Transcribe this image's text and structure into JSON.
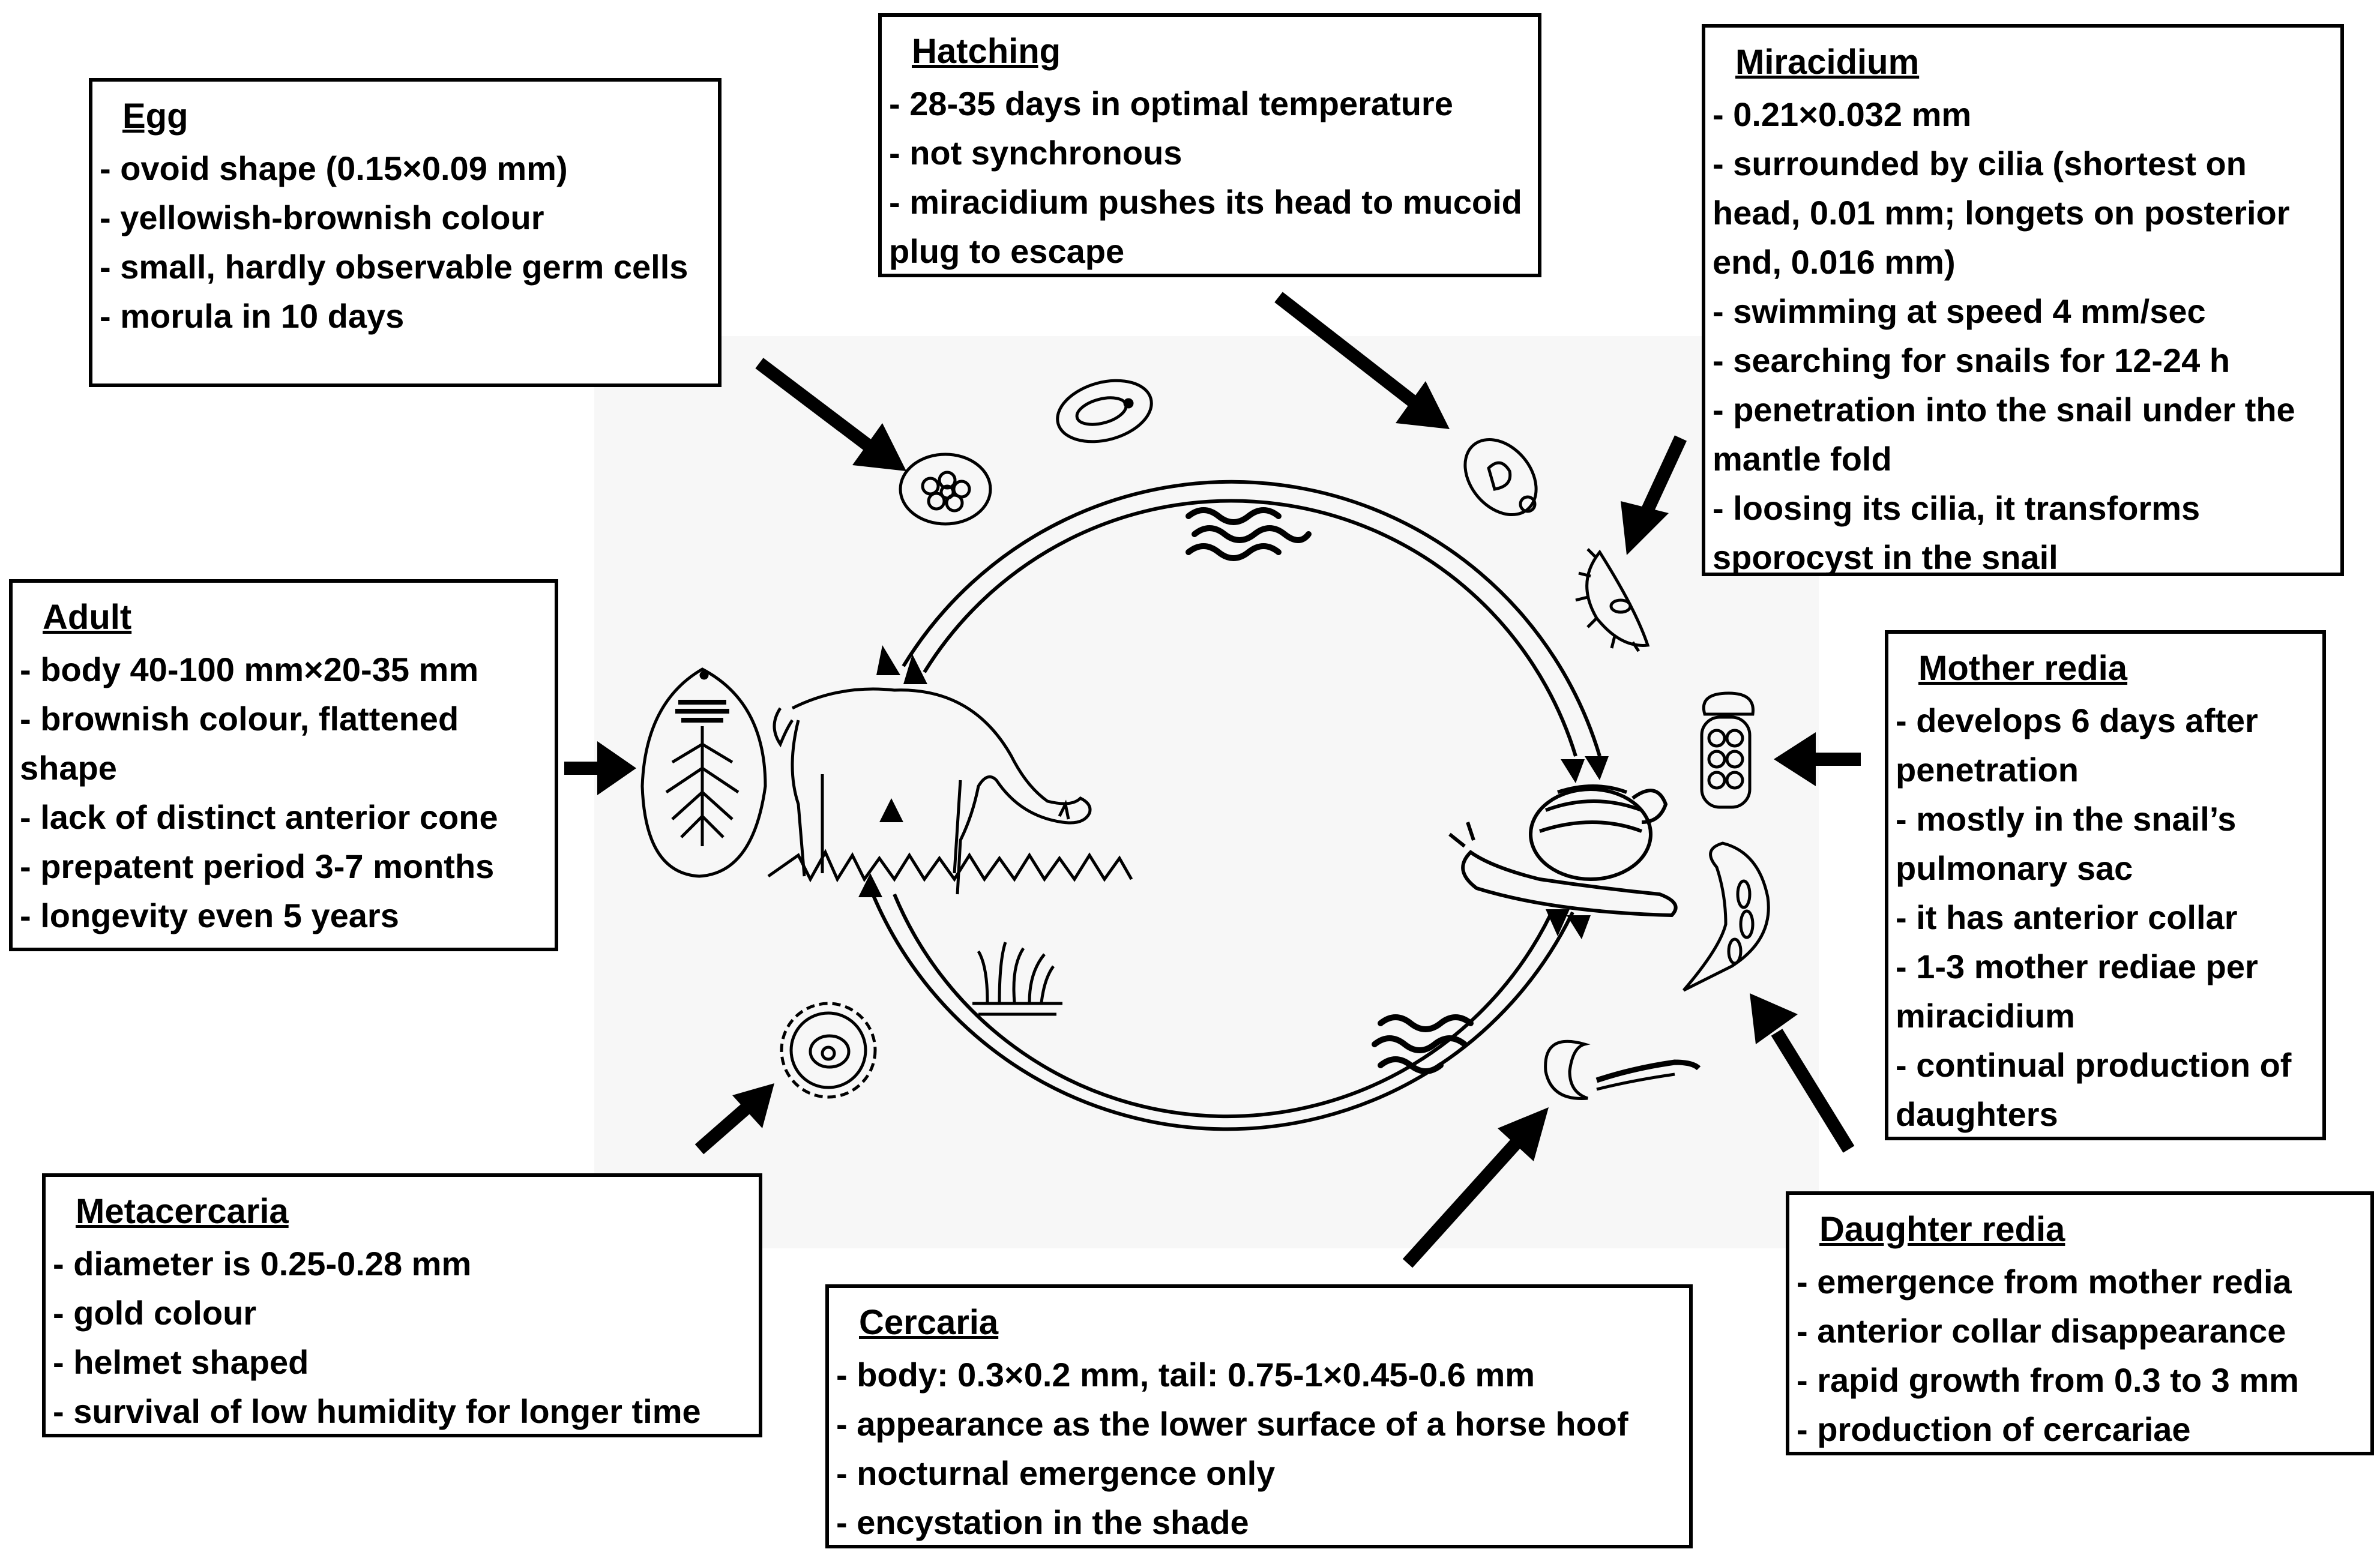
{
  "boxes": {
    "egg": {
      "title": "Egg",
      "items": [
        "- ovoid shape (0.15×0.09 mm)",
        "- yellowish-brownish colour",
        "- small, hardly observable germ cells",
        "- morula in 10 days"
      ]
    },
    "hatching": {
      "title": "Hatching",
      "items": [
        "- 28-35 days in optimal temperature",
        "- not synchronous",
        "- miracidium pushes its head to mucoid plug to escape"
      ]
    },
    "miracidium": {
      "title": "Miracidium",
      "items": [
        "- 0.21×0.032 mm",
        "- surrounded by cilia (shortest on head, 0.01 mm; longets on posterior end, 0.016 mm)",
        "- swimming at speed 4 mm/sec",
        "- searching for snails for 12-24 h",
        "- penetration into the snail under the mantle fold",
        "- loosing its cilia, it transforms sporocyst in the snail"
      ]
    },
    "adult": {
      "title": "Adult",
      "items": [
        "- body 40-100 mm×20-35 mm",
        "- brownish colour, flattened shape",
        "- lack of distinct anterior cone",
        "- prepatent period 3-7 months",
        "- longevity even 5 years"
      ]
    },
    "mother_redia": {
      "title": "Mother redia",
      "items": [
        "- develops 6 days after penetration",
        "- mostly in the snail’s pulmonary sac",
        "- it has anterior collar",
        "- 1-3 mother rediae per miracidium",
        "- continual production of daughters"
      ]
    },
    "metacercaria": {
      "title": "Metacercaria",
      "items": [
        "- diameter is 0.25-0.28 mm",
        "- gold colour",
        "- helmet shaped",
        "- survival of low humidity for longer time"
      ]
    },
    "daughter_redia": {
      "title": "Daughter redia",
      "items": [
        "- emergence from mother redia",
        "- anterior collar disappearance",
        "- rapid growth from 0.3 to 3 mm",
        "- production of cercariae"
      ]
    },
    "cercaria": {
      "title": "Cercaria",
      "items": [
        "- body: 0.3×0.2 mm, tail: 0.75-1×0.45-0.6 mm",
        "- appearance as the lower surface of a horse hoof",
        "- nocturnal emergence only",
        "- encystation in the shade"
      ]
    }
  },
  "icons": {
    "host": "grazing-horse-icon",
    "snail": "snail-icon",
    "adult": "adult-fluke-icon",
    "egg": "egg-icon",
    "hatching": "hatching-egg-icon",
    "miracidium": "miracidium-icon",
    "mother_redia": "mother-redia-icon",
    "daughter_redia": "daughter-redia-icon",
    "cercaria": "cercaria-icon",
    "metacercaria": "metacercaria-icon",
    "water": "water-wave-icon",
    "grass": "grass-icon"
  }
}
